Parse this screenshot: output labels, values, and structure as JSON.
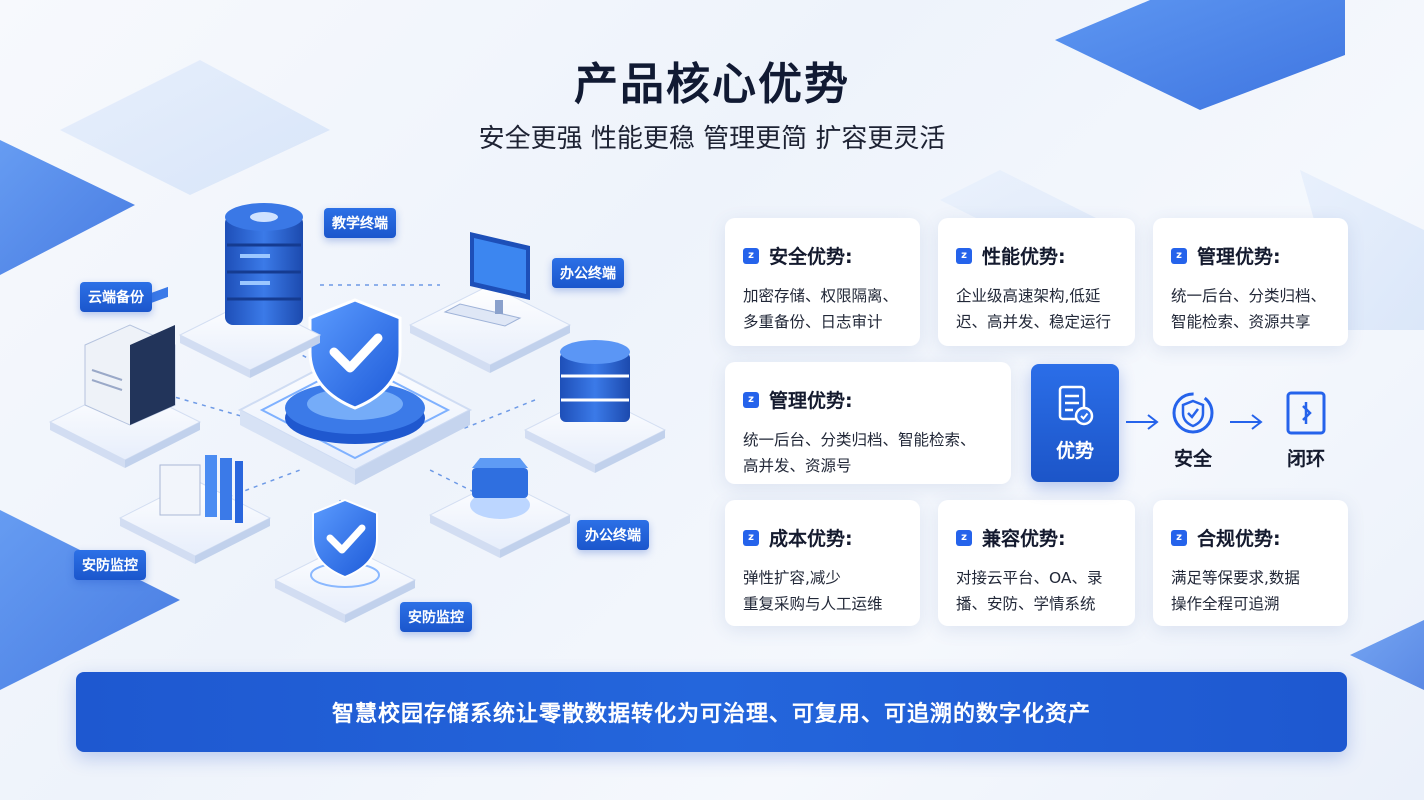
{
  "title": "产品核心优势",
  "subtitle": "安全更强 性能更稳 管理更简 扩容更灵活",
  "illustration": {
    "tags": [
      {
        "label": "教学终端"
      },
      {
        "label": "办公终端"
      },
      {
        "label": "云端备份"
      },
      {
        "label": "办公终端"
      },
      {
        "label": "安防监控"
      },
      {
        "label": "安防监控"
      }
    ]
  },
  "cards": [
    {
      "icon": "z",
      "title": "安全优势:",
      "lines": [
        "加密存储、权限隔离、",
        "多重备份、日志审计"
      ]
    },
    {
      "icon": "z",
      "title": "性能优势:",
      "lines": [
        "企业级高速架构,低延",
        "迟、高并发、稳定运行"
      ]
    },
    {
      "icon": "z",
      "title": "管理优势:",
      "lines": [
        "统一后台、分类归档、",
        "智能检索、资源共享"
      ]
    },
    {
      "icon": "z",
      "title": "管理优势:",
      "lines": [
        "统一后台、分类归档、智能检索、",
        "高并发、资源号"
      ]
    },
    {
      "icon": "z",
      "title": "成本优势:",
      "lines": [
        "弹性扩容,减少",
        "重复采购与人工运维"
      ]
    },
    {
      "icon": "z",
      "title": "兼容优势:",
      "lines": [
        "对接云平台、OA、录",
        "播、安防、学情系统"
      ]
    },
    {
      "icon": "z",
      "title": "合规优势:",
      "lines": [
        "满足等保要求,数据",
        "操作全程可追溯"
      ]
    }
  ],
  "flow": {
    "start": "优势",
    "steps": [
      "安全",
      "闭环"
    ]
  },
  "banner": "智慧校园存储系统让零散数据转化为可治理、可复用、可追溯的数字化资产",
  "colors": {
    "accent": "#2563eb",
    "banner": "#1e58d0"
  }
}
